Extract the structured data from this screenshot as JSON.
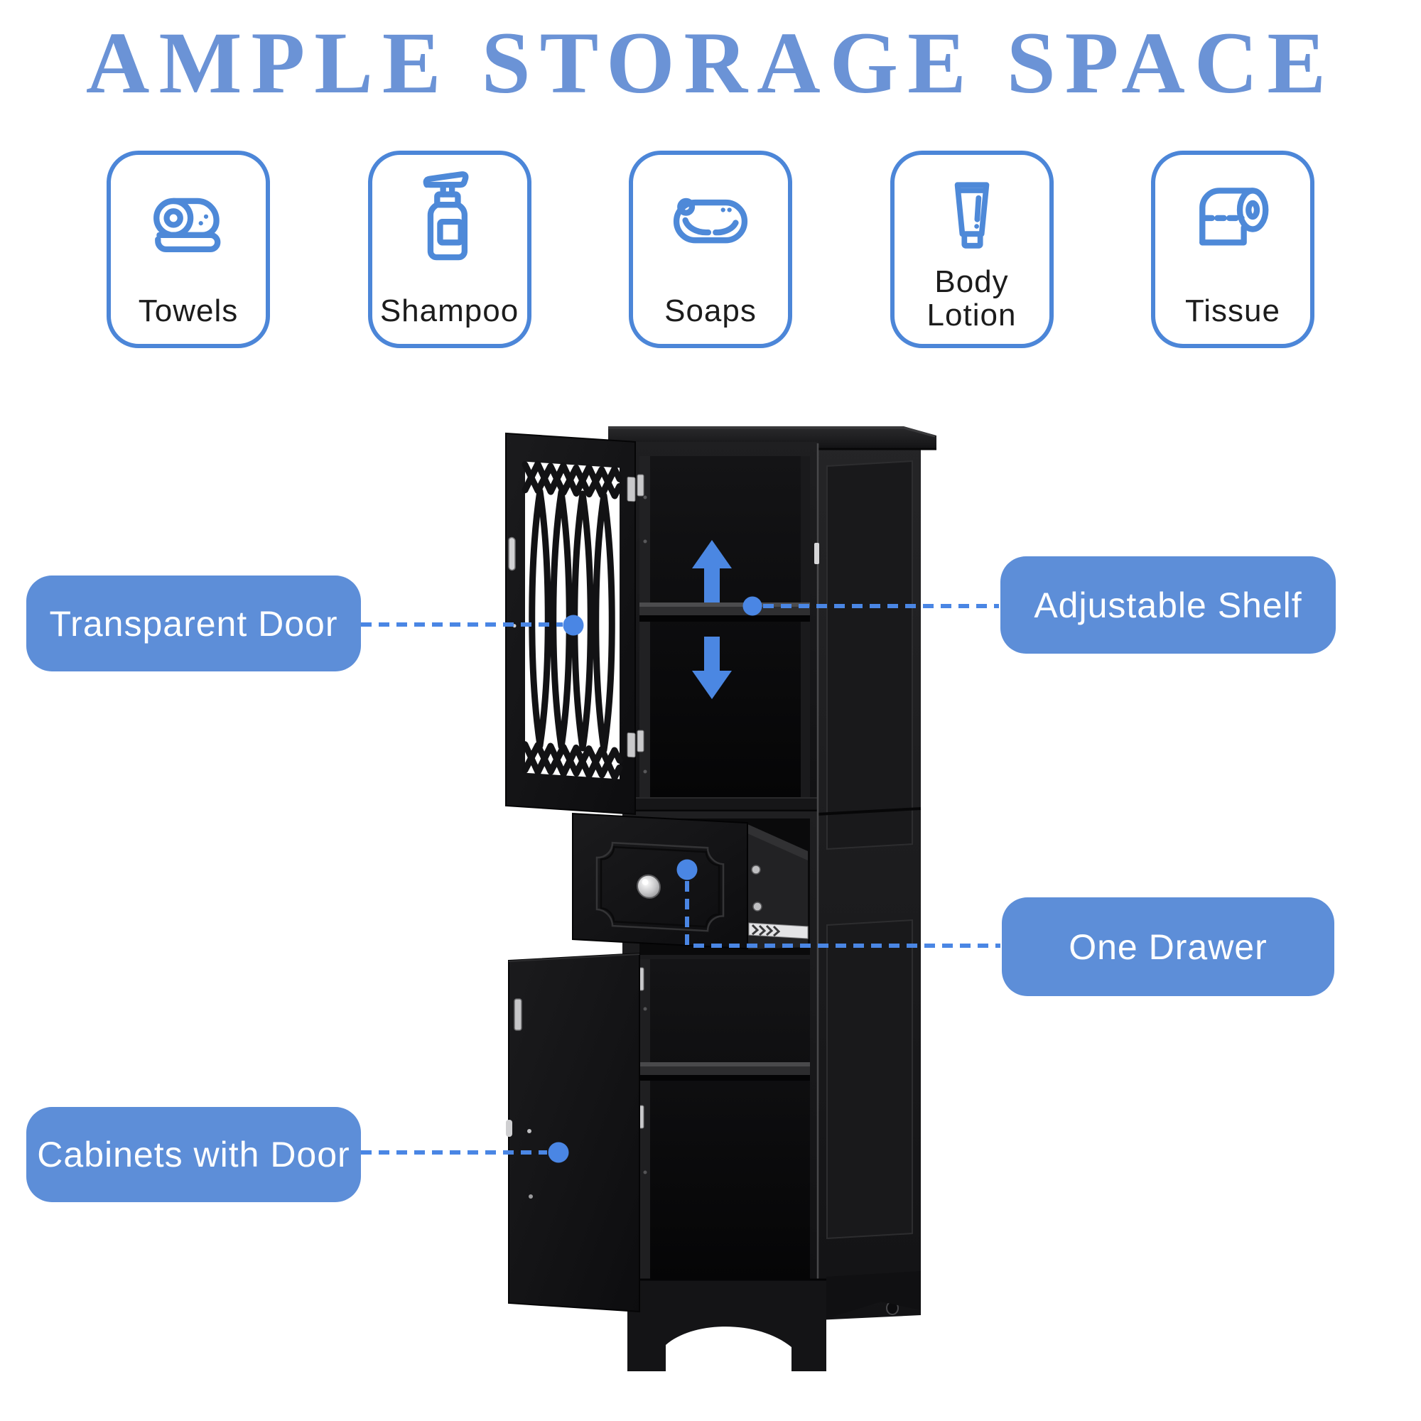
{
  "title": {
    "text": "AMPLE STORAGE SPACE"
  },
  "colors": {
    "background": "#ffffff",
    "title_blue": "#6b93d6",
    "callout_blue": "#5d8ed8",
    "callout_text": "#ffffff",
    "icon_box_border_blue": "#4c86d8",
    "icon_stroke_blue": "#4e89d8",
    "icon_label_dark": "#1c1c1c",
    "connector_blue": "#4a86e4",
    "arrow_blue": "#4b87e2",
    "cabinet_black": "#161618",
    "knob_silver": "#d8d8da"
  },
  "feature_boxes": [
    {
      "name": "towels",
      "label": "Towels",
      "icon": "towel-roll-icon"
    },
    {
      "name": "shampoo",
      "label": "Shampoo",
      "icon": "shampoo-pump-bottle-icon"
    },
    {
      "name": "soaps",
      "label": "Soaps",
      "icon": "soap-bar-icon"
    },
    {
      "name": "body-lotion",
      "label": "Body Lotion",
      "line1": "Body",
      "line2": "Lotion",
      "icon": "lotion-tube-icon"
    },
    {
      "name": "tissue",
      "label": "Tissue",
      "icon": "toilet-paper-roll-icon"
    }
  ],
  "callouts": [
    {
      "id": "transparent-door",
      "label": "Transparent Door",
      "side": "left"
    },
    {
      "id": "adjustable-shelf",
      "label": "Adjustable Shelf",
      "side": "right"
    },
    {
      "id": "one-drawer",
      "label": "One Drawer",
      "side": "right"
    },
    {
      "id": "cabinets-with-door",
      "label": "Cabinets with Door",
      "side": "left"
    }
  ],
  "cabinet": {
    "description": "Tall black freestanding bathroom cabinet, upper glass lattice door open, adjustable shelf with up/down arrows, one pulled-out drawer with silver knob, lower solid door open, arched plinth base"
  }
}
